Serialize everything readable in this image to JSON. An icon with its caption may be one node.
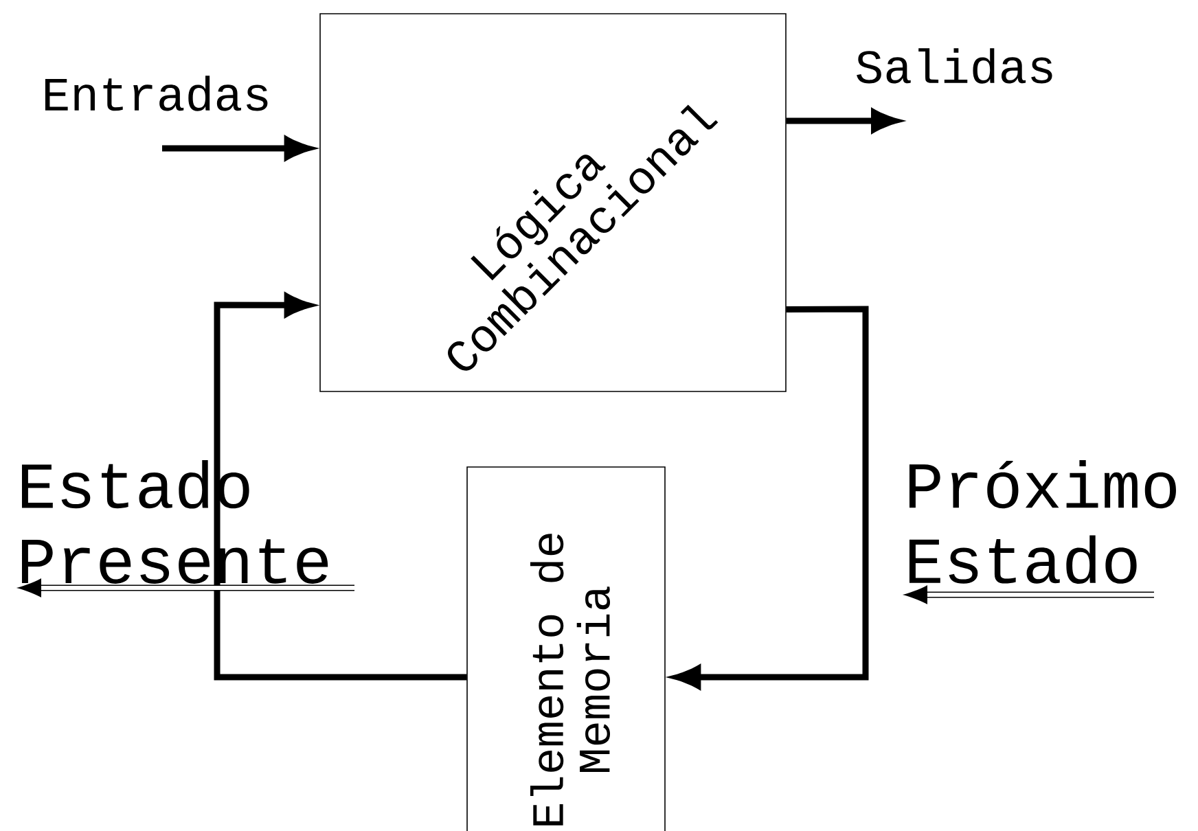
{
  "diagram": {
    "nodes": [
      {
        "text": [
          "Lógica Combinacional"
        ]
      },
      {
        "text": [
          "Elemento de Memoria"
        ]
      }
    ],
    "edges": [
      {
        "from": null,
        "to": 0,
        "arrow": "to"
      },
      {
        "from": 0,
        "to": null,
        "arrow": "to"
      },
      {
        "from": 1,
        "to": 0,
        "arrow": "to"
      },
      {
        "from": 0,
        "to": 1,
        "arrow": "to"
      }
    ],
    "labels": [
      "Entradas",
      "Salidas",
      "Estado Presente",
      "Próximo Estado"
    ]
  }
}
